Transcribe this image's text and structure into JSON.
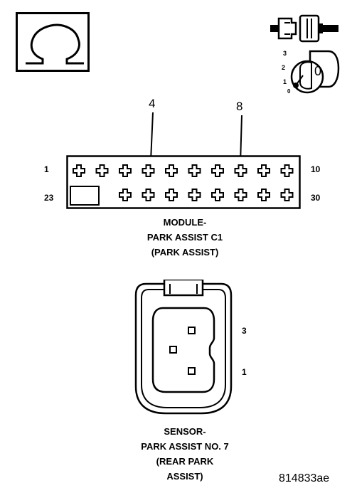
{
  "icons": {
    "ohm_symbol": "ohm-icon",
    "connector_symbol": "connector-icon",
    "ignition_key_symbol": "ignition-key-icon"
  },
  "ignition": {
    "positions": [
      "3",
      "2",
      "1",
      "0"
    ],
    "key_position": "0"
  },
  "module_connector": {
    "callouts": [
      "4",
      "8"
    ],
    "row_labels": {
      "top_left": "1",
      "top_right": "10",
      "bottom_left": "23",
      "bottom_right": "30"
    },
    "title_lines": [
      "MODULE-",
      "PARK ASSIST C1",
      "(PARK ASSIST)"
    ]
  },
  "sensor_connector": {
    "pin_labels": [
      "3",
      "1"
    ],
    "title_lines": [
      "SENSOR-",
      "PARK ASSIST NO. 7",
      "(REAR PARK",
      "ASSIST)"
    ]
  },
  "figure_id": "814833ae"
}
